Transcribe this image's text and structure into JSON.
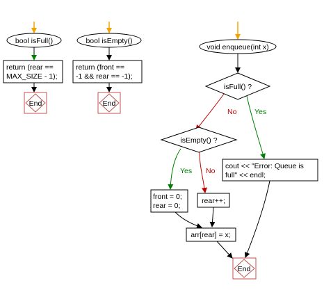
{
  "colors": {
    "entry_arrow": "#f5a200",
    "yes": "#008000",
    "no": "#c00000",
    "end_border": "#c0504d",
    "stroke": "#000000"
  },
  "isfull": {
    "header": "bool isFull()",
    "body_line1": "return (rear ==",
    "body_line2": "MAX_SIZE - 1);",
    "end": "End"
  },
  "isempty": {
    "header": "bool isEmpty()",
    "body_line1": "return (front ==",
    "body_line2": "-1 && rear == -1);",
    "end": "End"
  },
  "enqueue": {
    "header": "void enqueue(int x)",
    "decision_full": "isFull() ?",
    "decision_empty": "isEmpty() ?",
    "label_no_1": "No",
    "label_yes_1": "Yes",
    "label_yes_2": "Yes",
    "label_no_2": "No",
    "error_line1": "cout << \"Error: Queue is",
    "error_line2": "full\" << endl;",
    "init_line1": "front = 0;",
    "init_line2": "rear = 0;",
    "rear_inc": "rear++;",
    "assign": "arr[rear] = x;",
    "end": "End"
  }
}
